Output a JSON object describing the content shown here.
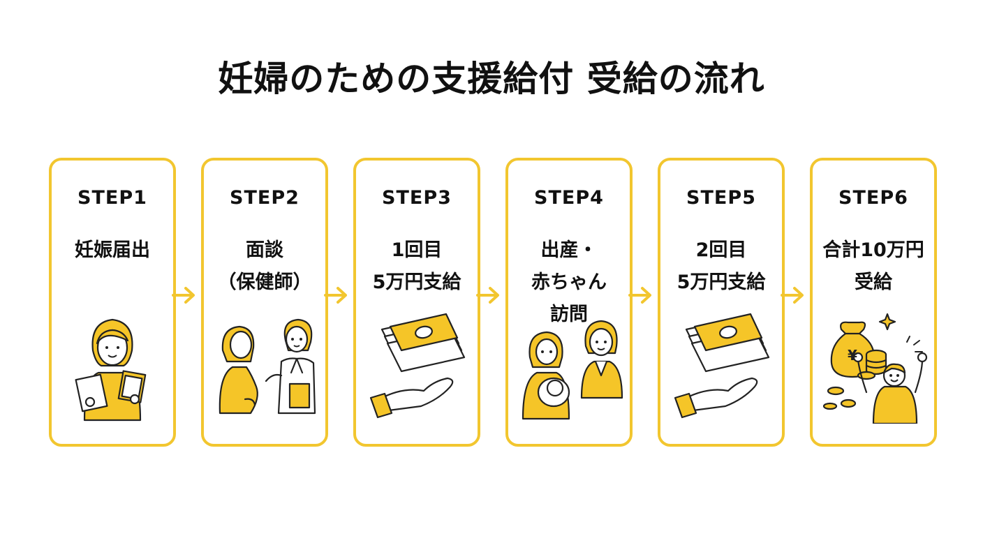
{
  "title": "妊婦のための支援給付 受給の流れ",
  "colors": {
    "accent": "#f2c62f",
    "fill": "#f5c528",
    "text": "#111111"
  },
  "steps": [
    {
      "label": "STEP1",
      "lines": [
        "妊娠届出"
      ],
      "icon": "pregnant-woman-with-documents-icon"
    },
    {
      "label": "STEP2",
      "lines": [
        "面談",
        "（保健師）"
      ],
      "icon": "consultation-with-nurse-icon"
    },
    {
      "label": "STEP3",
      "lines": [
        "1回目",
        "5万円支給"
      ],
      "icon": "money-on-hand-icon"
    },
    {
      "label": "STEP4",
      "lines": [
        "出産・",
        "赤ちゃん",
        "訪問"
      ],
      "icon": "mother-baby-visit-icon"
    },
    {
      "label": "STEP5",
      "lines": [
        "2回目",
        "5万円支給"
      ],
      "icon": "money-on-hand-icon"
    },
    {
      "label": "STEP6",
      "lines": [
        "合計10万円",
        "受給"
      ],
      "icon": "money-bag-celebration-icon"
    }
  ]
}
